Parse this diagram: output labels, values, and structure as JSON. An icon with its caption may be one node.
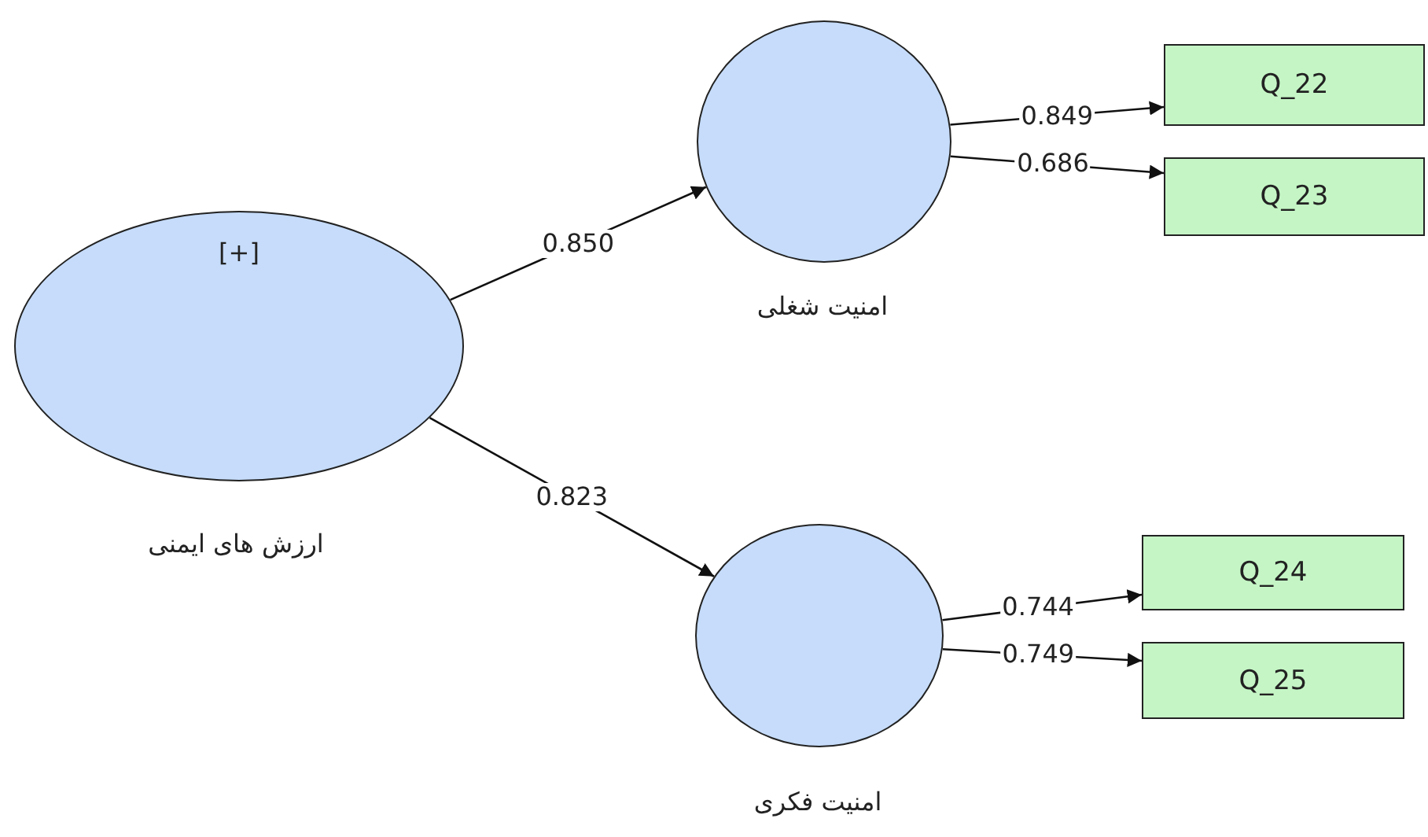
{
  "diagram": {
    "nodes": [
      {
        "text": [
          "[+]"
        ],
        "beside": [
          "ارزش های ایمنی"
        ]
      },
      {
        "text": [],
        "shape": "circle",
        "beside": [
          "امنیت شغلی"
        ]
      },
      {
        "text": [],
        "shape": "circle",
        "beside": [
          "امنیت فکری"
        ]
      },
      {
        "text": [
          "Q_22"
        ]
      },
      {
        "text": [
          "Q_23"
        ]
      },
      {
        "text": [
          "Q_24"
        ]
      },
      {
        "text": [
          "Q_25"
        ]
      }
    ],
    "edges": [
      {
        "from": 0,
        "to": 1,
        "arrow": "to",
        "label": "0.850"
      },
      {
        "from": 0,
        "to": 2,
        "arrow": "to",
        "label": "0.823"
      },
      {
        "from": 1,
        "to": 3,
        "arrow": "to",
        "label": "0.849"
      },
      {
        "from": 1,
        "to": 4,
        "arrow": "to",
        "label": "0.686"
      },
      {
        "from": 2,
        "to": 5,
        "arrow": "to",
        "label": "0.744"
      },
      {
        "from": 2,
        "to": 6,
        "arrow": "to",
        "label": "0.749"
      }
    ]
  }
}
